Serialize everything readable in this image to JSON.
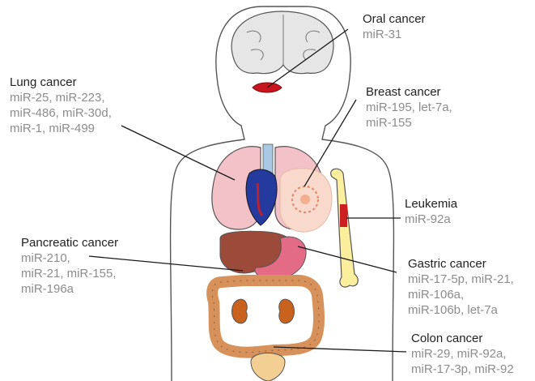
{
  "labels": {
    "oral": {
      "title": "Oral cancer",
      "lines": [
        "miR-31"
      ]
    },
    "lung": {
      "title": "Lung cancer",
      "lines": [
        "miR-25, miR-223,",
        "miR-486, miR-30d,",
        "miR-1, miR-499"
      ]
    },
    "breast": {
      "title": "Breast cancer",
      "lines": [
        "miR-195, let-7a,",
        "miR-155"
      ]
    },
    "leukemia": {
      "title": "Leukemia",
      "lines": [
        "miR-92a"
      ]
    },
    "pancreatic": {
      "title": "Pancreatic cancer",
      "lines": [
        "miR-210,",
        "miR-21, miR-155,",
        "miR-196a"
      ]
    },
    "gastric": {
      "title": "Gastric cancer",
      "lines": [
        "miR-17-5p, miR-21,",
        "miR-106a,",
        "miR-106b, let-7a"
      ]
    },
    "colon": {
      "title": "Colon cancer",
      "lines": [
        "miR-29, miR-92a,",
        "miR-17-3p, miR-92"
      ]
    }
  },
  "colors": {
    "outline": "#555555",
    "title_text": "#222222",
    "mirna_text": "#8c8c8c",
    "leader_line": "#1a1a1a",
    "brain": "#e6e6e6",
    "lung": "#f3c1c8",
    "heart": "#243a9e",
    "liver": "#9c4a3a",
    "stomach": "#e46b86",
    "intestine": "#d6925a",
    "kidney": "#c9621f",
    "bone": "#fbef9e",
    "marrow": "#cc1f1f",
    "bladder": "#f3cf93",
    "mouth": "#c8151e"
  }
}
